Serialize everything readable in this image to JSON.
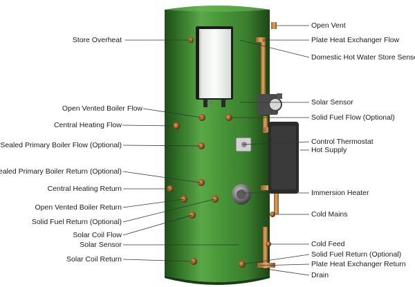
{
  "diagram": {
    "components": {
      "cylinder": "cylinder-body",
      "plate_heat_exchanger": "plate-heat-exchanger",
      "control_box": "control-box"
    },
    "colors": {
      "cylinder_green": "#3f8a32",
      "cylinder_dark": "#1f4d18",
      "copper_pipe": "#c8894a",
      "leader_line": "#333333",
      "panel_light": "#f2f4f2",
      "dark_unit": "#2a2a2a"
    },
    "left_labels": [
      {
        "id": "store-overheat",
        "text": "Store Overheat"
      },
      {
        "id": "open-vented-boiler-flow",
        "text": "Open Vented Boiler Flow"
      },
      {
        "id": "central-heating-flow",
        "text": "Central Heating Flow"
      },
      {
        "id": "sealed-primary-boiler-flow",
        "text": "Sealed Primary Boiler Flow (Optional)"
      },
      {
        "id": "sealed-primary-boiler-return",
        "text": "Sealed Primary Boiler Return (Optional)"
      },
      {
        "id": "central-heating-return",
        "text": "Central Heating Return"
      },
      {
        "id": "open-vented-boiler-return",
        "text": "Open Vented Boiler Return"
      },
      {
        "id": "solid-fuel-return-left",
        "text": "Solid Fuel Return (Optional)"
      },
      {
        "id": "solar-coil-flow",
        "text": "Solar Coil Flow"
      },
      {
        "id": "solar-sensor-left",
        "text": "Solar Sensor"
      },
      {
        "id": "solar-coil-return",
        "text": "Solar Coil Return"
      }
    ],
    "right_labels": [
      {
        "id": "open-vent",
        "text": "Open Vent"
      },
      {
        "id": "plate-heat-exchanger-flow",
        "text": "Plate Heat Exchanger Flow"
      },
      {
        "id": "domestic-hot-water-store-sensor",
        "text": "Domestic Hot Water Store Sensor"
      },
      {
        "id": "solar-sensor-right",
        "text": "Solar Sensor"
      },
      {
        "id": "solid-fuel-flow",
        "text": "Solid Fuel Flow (Optional)"
      },
      {
        "id": "control-thermostat",
        "text": "Control Thermostat"
      },
      {
        "id": "hot-supply",
        "text": "Hot Supply"
      },
      {
        "id": "immersion-heater",
        "text": "Immersion Heater"
      },
      {
        "id": "cold-mains",
        "text": "Cold Mains"
      },
      {
        "id": "cold-feed",
        "text": "Cold Feed"
      },
      {
        "id": "solid-fuel-return-right",
        "text": "Solid Fuel Return (Optional)"
      },
      {
        "id": "plate-heat-exchanger-return",
        "text": "Plate Heat Exchanger Return"
      },
      {
        "id": "drain",
        "text": "Drain"
      }
    ]
  }
}
